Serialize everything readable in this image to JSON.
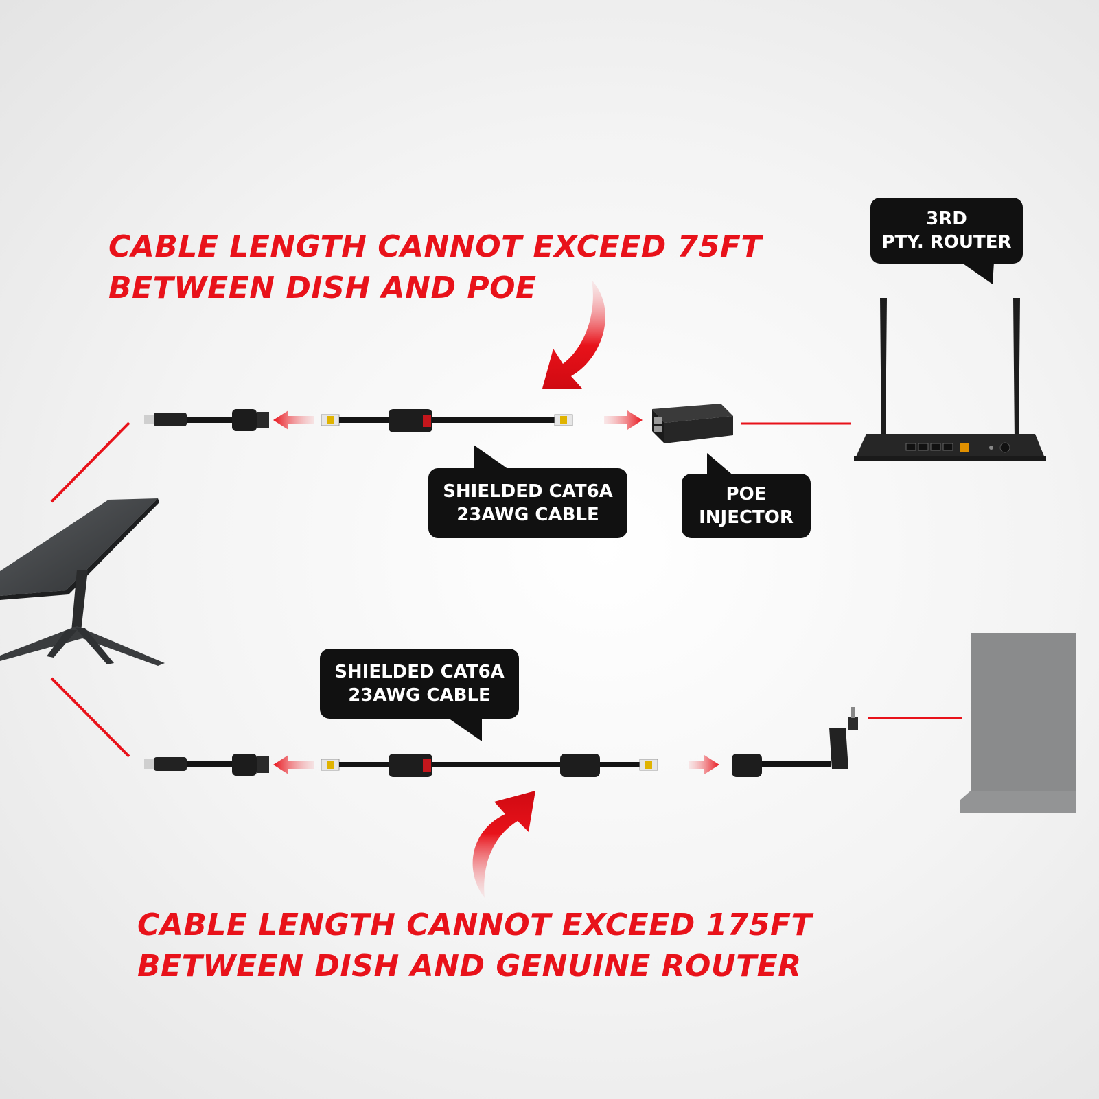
{
  "captions": {
    "top": {
      "line1": "CABLE LENGTH CANNOT EXCEED 75FT",
      "line2": "BETWEEN DISH AND POE"
    },
    "bottom": {
      "line1": "CABLE LENGTH CANNOT EXCEED 175FT",
      "line2": "BETWEEN DISH AND GENUINE ROUTER"
    }
  },
  "callouts": {
    "router": {
      "line1": "3RD",
      "line2": "PTY. ROUTER"
    },
    "cable_top": {
      "line1": "SHIELDED CAT6A",
      "line2": "23AWG CABLE"
    },
    "poe": {
      "line1": "POE",
      "line2": "INJECTOR"
    },
    "cable_bottom": {
      "line1": "SHIELDED CAT6A",
      "line2": "23AWG CABLE"
    }
  },
  "colors": {
    "accent_red": "#e8121a",
    "callout_bg": "#111111",
    "device_dark": "#2b2b2b",
    "genuine_router_gray": "#8a8b8c"
  },
  "icons": [
    "satellite-dish-icon",
    "router-icon",
    "poe-injector-icon",
    "genuine-router-icon",
    "ethernet-cable-icon"
  ]
}
